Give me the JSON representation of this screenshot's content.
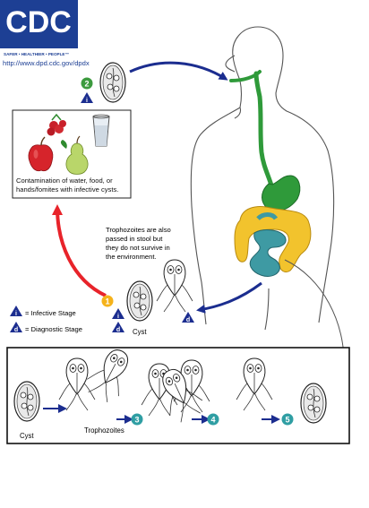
{
  "logo": {
    "text": "CDC",
    "tagline": "SAFER • HEALTHIER • PEOPLE™",
    "color": "#1d3f94"
  },
  "source_url": "http://www.dpd.cdc.gov/dpdx",
  "contamination_text": [
    "Contamination of water, food, or",
    "hands/fomites with infective cysts."
  ],
  "trophozoite_note": [
    "Trophozoites are also",
    "passed in stool but",
    "they do not survive in",
    "the environment."
  ],
  "legend": {
    "infective_symbol": "i",
    "infective_label": "= Infective Stage",
    "diagnostic_symbol": "d",
    "diagnostic_label": "= Diagnostic Stage"
  },
  "stage_labels": {
    "cyst_upper": "Cyst",
    "cyst_lower": "Cyst",
    "trophozoites": "Trophozoites"
  },
  "steps": [
    "1",
    "2",
    "3",
    "4",
    "5"
  ],
  "colors": {
    "arrow_blue": "#1b2d8f",
    "arrow_red": "#e8232a",
    "digestive_green": "#2f9a3a",
    "intestine_yellow": "#f2c32d",
    "intestine_teal": "#3e9aa3",
    "step_green": "#3c9a3e",
    "step_yellow": "#f5b21a",
    "step_teal": "#2f9ea3",
    "triangle_blue": "#1b2d8f"
  }
}
